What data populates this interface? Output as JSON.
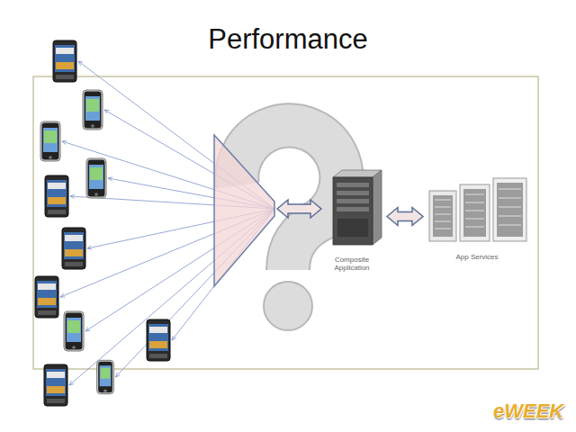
{
  "diagram": {
    "title": "Performance",
    "nodes": [
      {
        "text": [
          "Composite Application"
        ]
      },
      {
        "text": [
          "App Services"
        ]
      }
    ],
    "edges": [
      {
        "from": 0,
        "to": 1,
        "arrow": "both"
      }
    ],
    "labels": [
      "eWEEK"
    ]
  }
}
